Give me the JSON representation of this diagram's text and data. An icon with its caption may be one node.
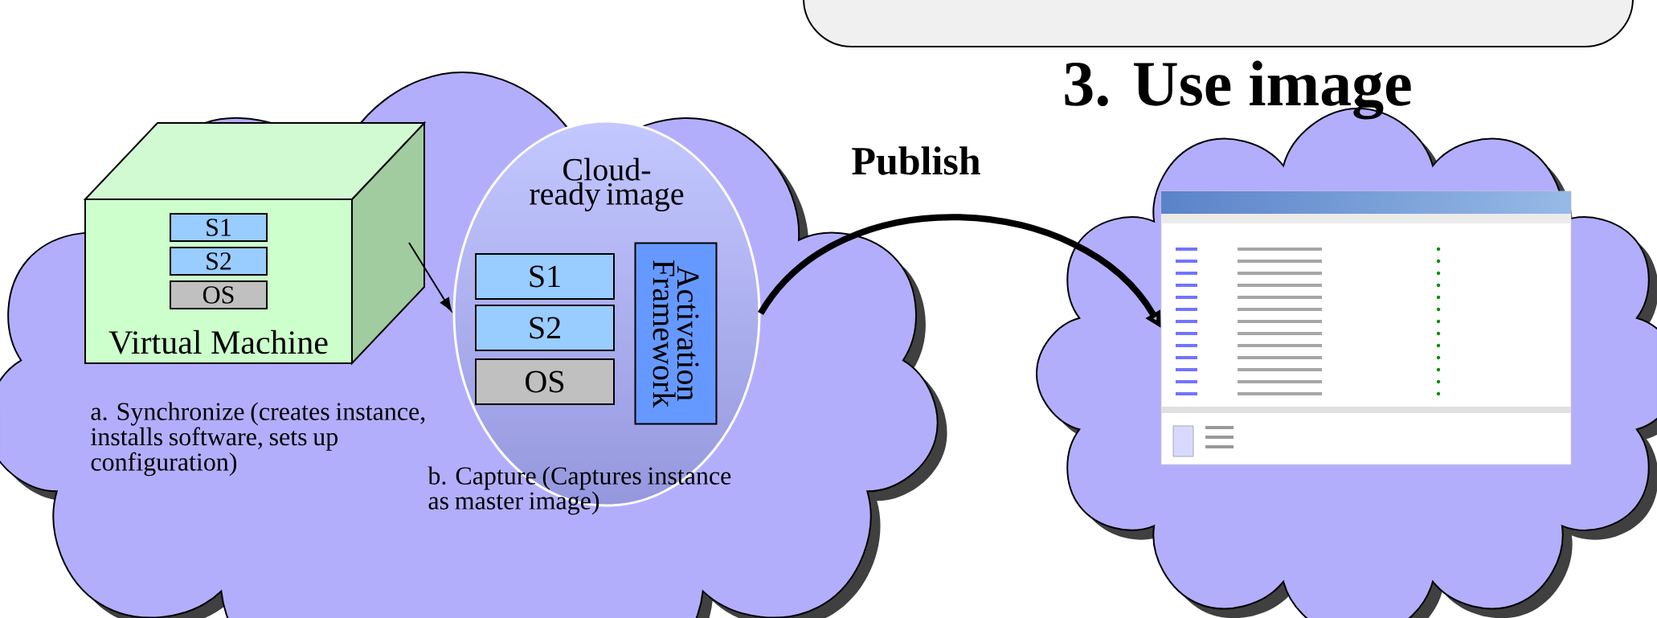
{
  "diagram": {
    "nodes": [
      {
        "text": [],
        "shape": "cloud"
      },
      {
        "text": [
          "Virtual Machine"
        ],
        "in": 0,
        "beside": [
          "a. Synchronize (creates instance, installs software, sets up configuration)"
        ]
      },
      {
        "text": [
          "S1"
        ],
        "in": 1
      },
      {
        "text": [
          "S2"
        ],
        "in": 1
      },
      {
        "text": [
          "OS"
        ],
        "in": 1
      },
      {
        "text": [
          "Cloud-ready image"
        ],
        "in": 0,
        "beside": [
          "b. Capture (Captures instance as master image)"
        ]
      },
      {
        "text": [
          "S1"
        ],
        "in": 5
      },
      {
        "text": [
          "S2"
        ],
        "in": 5
      },
      {
        "text": [
          "OS"
        ],
        "in": 5
      },
      {
        "text": [
          "Activation Framework"
        ],
        "in": 5
      },
      {
        "text": [],
        "shape": "cloud"
      },
      {
        "text": [],
        "shape": "picture",
        "in": 10
      }
    ],
    "edges": [
      {
        "from": 1,
        "to": 5,
        "arrow": "to"
      },
      {
        "from": 5,
        "to": 11,
        "arrow": "to",
        "label": "Publish",
        "style": "thick"
      }
    ],
    "labels": [
      "3.  Use image"
    ]
  }
}
